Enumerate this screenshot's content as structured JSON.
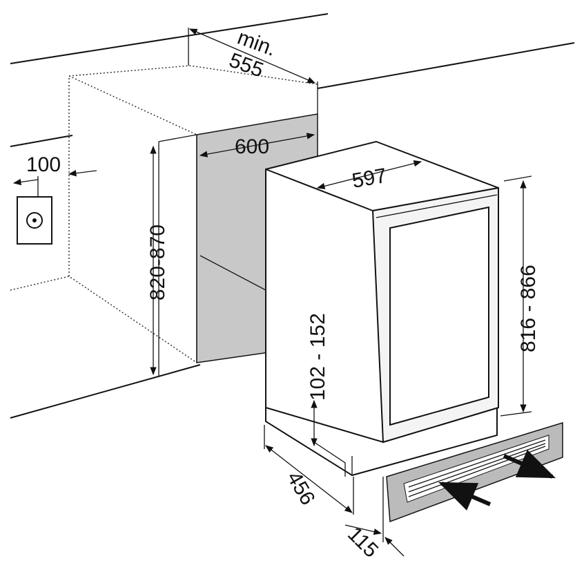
{
  "labels": {
    "niche_depth_prefix": "min.",
    "niche_depth": "555",
    "niche_width": "600",
    "socket_offset": "100",
    "niche_height": "820-870",
    "appliance_width": "597",
    "appliance_height": "816 - 866",
    "foot_height": "102 - 152",
    "appliance_depth": "456",
    "plinth_depth": "115"
  },
  "colors": {
    "niche_fill": "#c8c8c8",
    "line": "#111111"
  }
}
